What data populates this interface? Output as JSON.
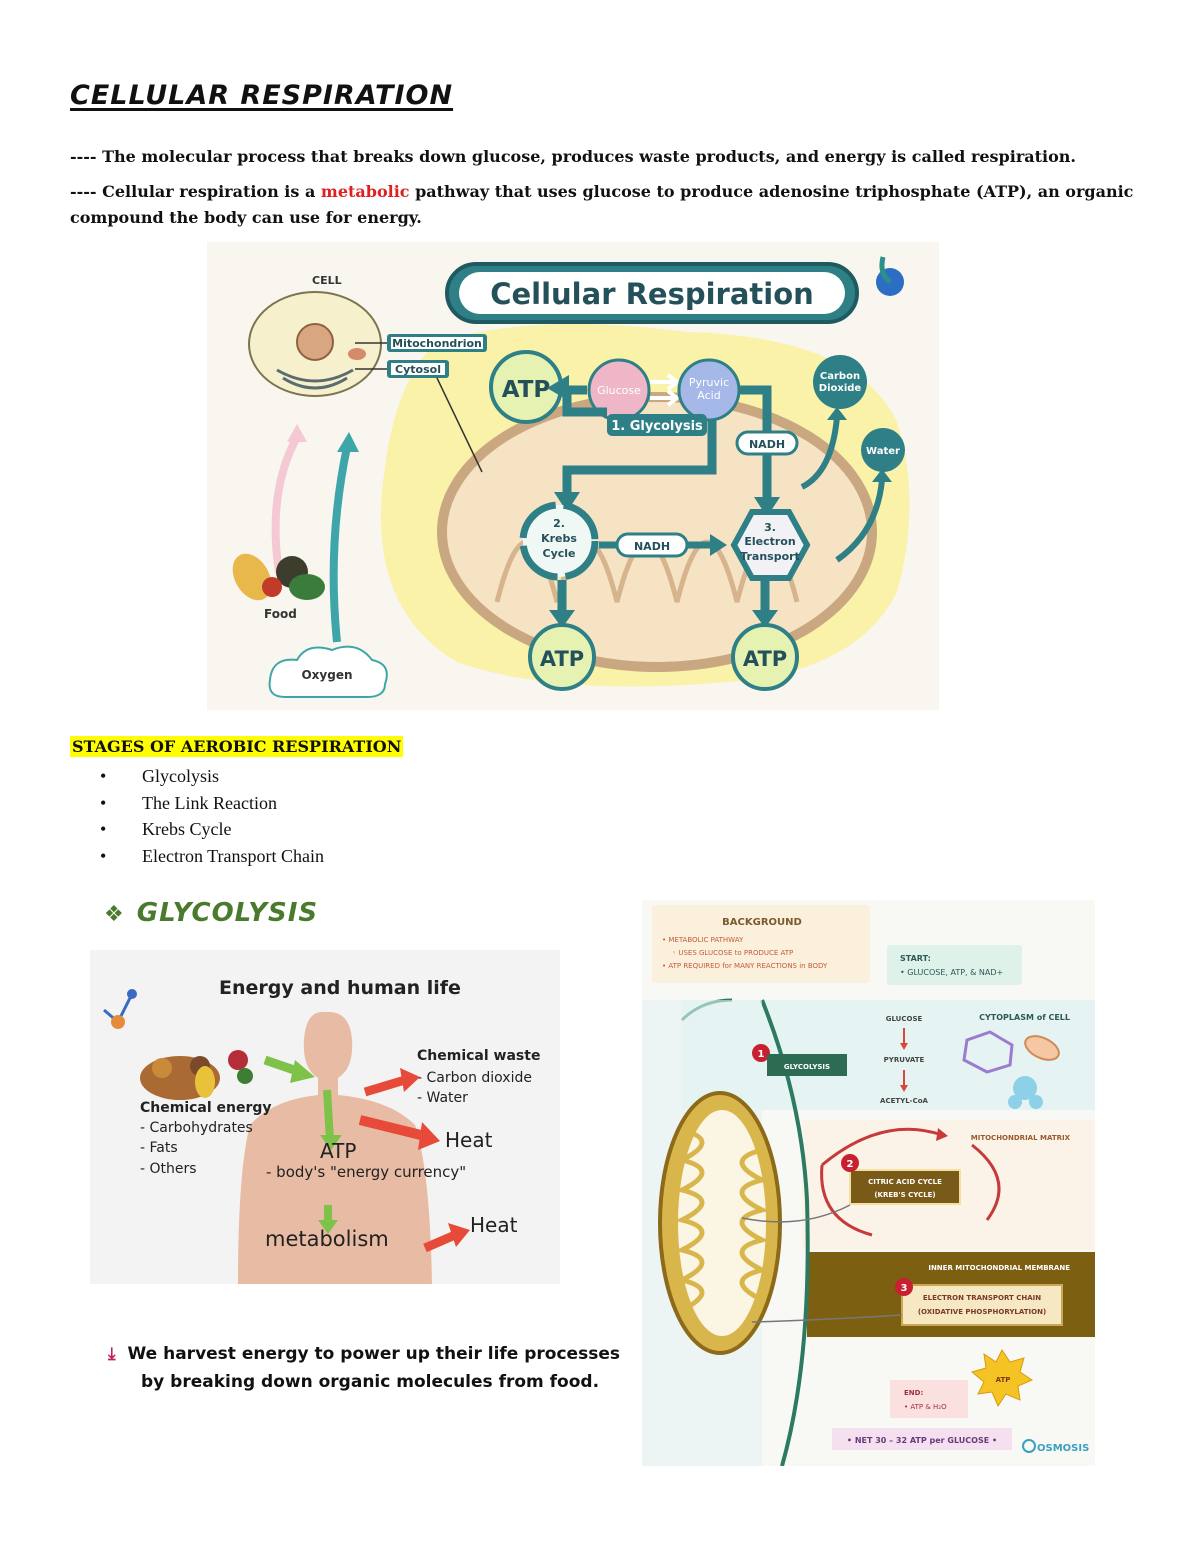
{
  "title": "CELLULAR RESPIRATION",
  "paragraph1": "---- The molecular process that breaks down glucose, produces waste products, and energy is called respiration.",
  "paragraph2": {
    "prefix": "---- Cellular respiration is a ",
    "highlight": "metabolic",
    "suffix": " pathway that uses glucose to produce adenosine triphosphate (ATP), an organic compound the body can use for energy."
  },
  "fig1": {
    "title": "Cellular Respiration",
    "cell": "CELL",
    "mitochondrion": "Mitochondrion",
    "cytosol": "Cytosol",
    "atp": "ATP",
    "glucose": "Glucose",
    "pyruvic1": "Pyruvic",
    "pyruvic2": "Acid",
    "glycolysis": "1. Glycolysis",
    "nadh": "NADH",
    "carbon1": "Carbon",
    "carbon2": "Dioxide",
    "water": "Water",
    "krebs1": "2.",
    "krebs2": "Krebs",
    "krebs3": "Cycle",
    "et1": "3.",
    "et2": "Electron",
    "et3": "Transport",
    "food": "Food",
    "oxygen": "Oxygen"
  },
  "stages": {
    "heading": "STAGES OF AEROBIC RESPIRATION",
    "items": [
      "Glycolysis",
      "The Link Reaction",
      "Krebs Cycle",
      "Electron Transport Chain"
    ]
  },
  "glycolysis_heading": "GLYCOLYSIS",
  "fig2": {
    "title": "Energy and human life",
    "waste_title": "Chemical waste",
    "waste1": "- Carbon dioxide",
    "waste2": "- Water",
    "energy_title": "Chemical energy",
    "energy1": "- Carbohydrates",
    "energy2": "- Fats",
    "energy3": "- Others",
    "atp": "ATP",
    "currency": "- body's \"energy currency\"",
    "heat": "Heat",
    "metabolism": "metabolism"
  },
  "fig3": {
    "background_title": "BACKGROUND",
    "bg1": "• METABOLIC PATHWAY",
    "bg2": "◦ USES GLUCOSE to PRODUCE ATP",
    "bg3": "• ATP REQUIRED for MANY REACTIONS in BODY",
    "start_title": "START:",
    "start_text": "• GLUCOSE, ATP, & NAD+",
    "glucose": "GLUCOSE",
    "pyruvate": "PYRUVATE",
    "acetyl": "ACETYL-CoA",
    "cytoplasm": "CYTOPLASM of CELL",
    "n1": "1",
    "glycolysis": "GLYCOLYSIS",
    "matrix": "MITOCHONDRIAL MATRIX",
    "n2": "2",
    "citric1": "CITRIC ACID CYCLE",
    "citric2": "(KREB'S CYCLE)",
    "membrane": "INNER MITOCHONDRIAL MEMBRANE",
    "n3": "3",
    "etc1": "ELECTRON TRANSPORT CHAIN",
    "etc2": "(OXIDATIVE PHOSPHORYLATION)",
    "atp": "ATP",
    "end_title": "END:",
    "end_text": "• ATP & H₂O",
    "net": "• NET 30 – 32 ATP per GLUCOSE •",
    "logo": "OSMOSIS"
  },
  "harvest": {
    "line1": "We harvest energy to power up their life processes",
    "line2": "by breaking down organic molecules from food."
  },
  "colors": {
    "teal": "#2e7f86",
    "highlight_yellow": "#ffff00",
    "metabolic_red": "#e02020",
    "glycolysis_green": "#4a7a2c"
  }
}
